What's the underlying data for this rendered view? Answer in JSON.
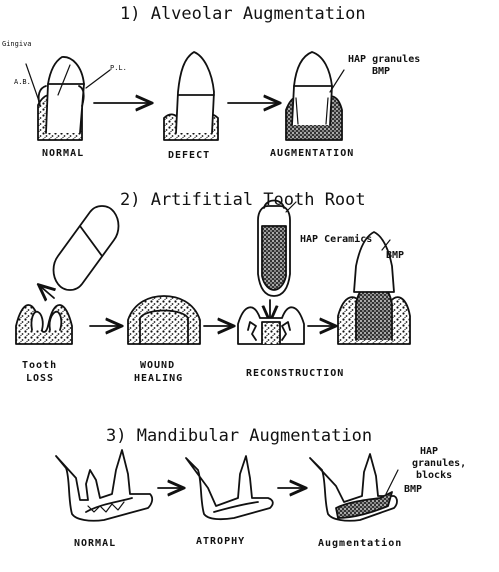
{
  "section1": {
    "title": "1) Alveolar Augmentation",
    "label_gingiva": "Gingiva",
    "label_ab": "A.B.",
    "label_pl": "P.L.",
    "material_line1": "HAP granules",
    "material_line2": "BMP",
    "stage_normal": "NORMAL",
    "stage_defect": "DEFECT",
    "stage_augmentation": "AUGMENTATION"
  },
  "section2": {
    "title": "2) Artifitial Tooth Root",
    "material_line1": "HAP Ceramics",
    "material_line2": "BMP",
    "stage_loss_line1": "Tooth",
    "stage_loss_line2": "LOSS",
    "stage_healing_line1": "WOUND",
    "stage_healing_line2": "HEALING",
    "stage_reconstruction": "RECONSTRUCTION"
  },
  "section3": {
    "title": "3) Mandibular Augmentation",
    "material_line1": "HAP",
    "material_line2": "granules,",
    "material_line3": "blocks",
    "material_line4": "BMP",
    "stage_normal": "NORMAL",
    "stage_atrophy": "ATROPHY",
    "stage_augmentation": "Augmentation"
  }
}
